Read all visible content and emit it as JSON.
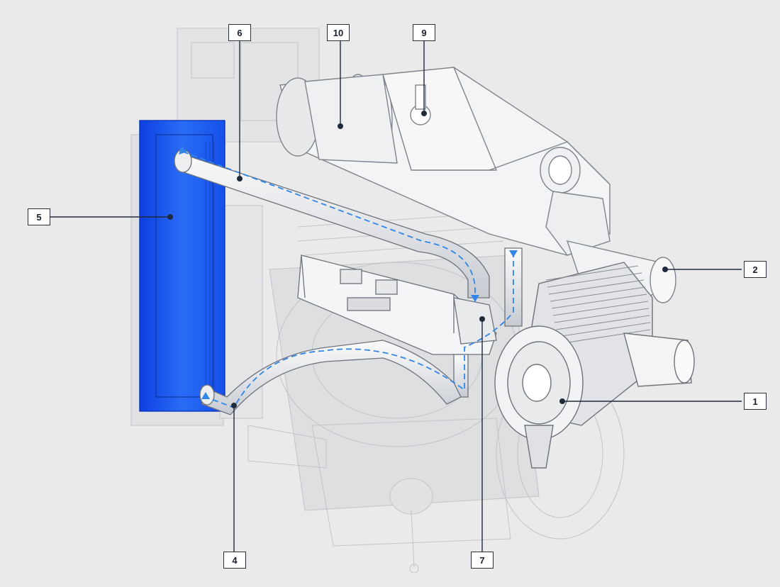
{
  "diagram": {
    "callouts": [
      {
        "id": "c1",
        "label": "1"
      },
      {
        "id": "c2",
        "label": "2"
      },
      {
        "id": "c4",
        "label": "4"
      },
      {
        "id": "c5",
        "label": "5"
      },
      {
        "id": "c6",
        "label": "6"
      },
      {
        "id": "c7",
        "label": "7"
      },
      {
        "id": "c9",
        "label": "9"
      },
      {
        "id": "c10",
        "label": "10"
      }
    ]
  },
  "colors": {
    "background": "#eaeaea",
    "highlight": "#1e5cf0",
    "flow": "#2f86e8",
    "leader": "#2a2f38",
    "linework": "#9aa0a8"
  }
}
